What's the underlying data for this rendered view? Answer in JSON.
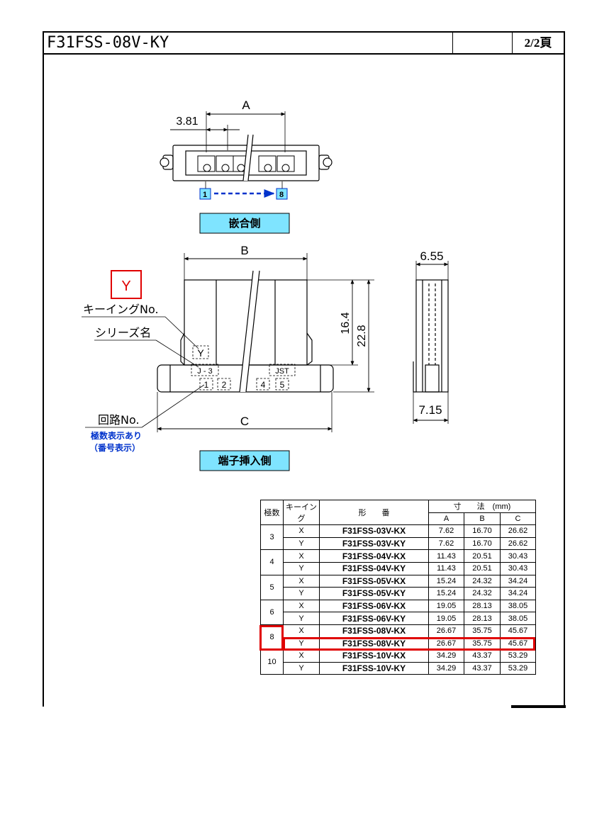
{
  "header": {
    "title": "F31FSS-08V-KY",
    "page": "2/2頁"
  },
  "top_view": {
    "dim_a": "A",
    "dim_pitch": "3.81",
    "pin_first": "1",
    "pin_last": "8",
    "label": "嵌合側"
  },
  "front_view": {
    "dim_b": "B",
    "dim_c": "C",
    "dim_h1": "16.4",
    "dim_h2": "22.8",
    "keying_badge": "Y",
    "keying_label": "キーイングNo.",
    "series_label": "シリーズ名",
    "keying_mark": "Y",
    "series_mark": "J - 3",
    "brand_mark": "JST",
    "circuit_label": "回路No.",
    "circuit_note1": "極数表示あり",
    "circuit_note2": "（番号表示）",
    "pins": [
      "1",
      "2",
      "4",
      "5"
    ],
    "label": "端子挿入側"
  },
  "side_view": {
    "dim_top": "6.55",
    "dim_bottom": "7.15"
  },
  "table": {
    "headers": {
      "poles": "極数",
      "keying": "キーイング",
      "part": "形　　番",
      "dims": "寸　　法　(mm)",
      "a": "A",
      "b": "B",
      "c": "C"
    },
    "groups": [
      {
        "poles": "3",
        "rows": [
          {
            "key": "X",
            "part": "F31FSS-03V-KX",
            "a": "7.62",
            "b": "16.70",
            "c": "26.62"
          },
          {
            "key": "Y",
            "part": "F31FSS-03V-KY",
            "a": "7.62",
            "b": "16.70",
            "c": "26.62"
          }
        ]
      },
      {
        "poles": "4",
        "rows": [
          {
            "key": "X",
            "part": "F31FSS-04V-KX",
            "a": "11.43",
            "b": "20.51",
            "c": "30.43"
          },
          {
            "key": "Y",
            "part": "F31FSS-04V-KY",
            "a": "11.43",
            "b": "20.51",
            "c": "30.43"
          }
        ]
      },
      {
        "poles": "5",
        "rows": [
          {
            "key": "X",
            "part": "F31FSS-05V-KX",
            "a": "15.24",
            "b": "24.32",
            "c": "34.24"
          },
          {
            "key": "Y",
            "part": "F31FSS-05V-KY",
            "a": "15.24",
            "b": "24.32",
            "c": "34.24"
          }
        ]
      },
      {
        "poles": "6",
        "rows": [
          {
            "key": "X",
            "part": "F31FSS-06V-KX",
            "a": "19.05",
            "b": "28.13",
            "c": "38.05"
          },
          {
            "key": "Y",
            "part": "F31FSS-06V-KY",
            "a": "19.05",
            "b": "28.13",
            "c": "38.05"
          }
        ]
      },
      {
        "poles": "8",
        "rows": [
          {
            "key": "X",
            "part": "F31FSS-08V-KX",
            "a": "26.67",
            "b": "35.75",
            "c": "45.67"
          },
          {
            "key": "Y",
            "part": "F31FSS-08V-KY",
            "a": "26.67",
            "b": "35.75",
            "c": "45.67"
          }
        ]
      },
      {
        "poles": "10",
        "rows": [
          {
            "key": "X",
            "part": "F31FSS-10V-KX",
            "a": "34.29",
            "b": "43.37",
            "c": "53.29"
          },
          {
            "key": "Y",
            "part": "F31FSS-10V-KY",
            "a": "34.29",
            "b": "43.37",
            "c": "53.29"
          }
        ]
      }
    ]
  },
  "colors": {
    "highlight": "#e00000",
    "label_fill": "#7fe4ff",
    "pin_blue": "#0033cc"
  }
}
